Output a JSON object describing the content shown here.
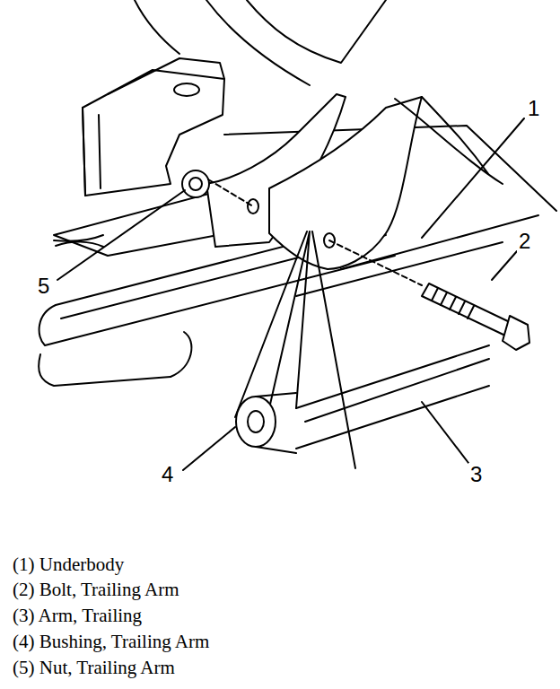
{
  "diagram": {
    "labels": [
      "1",
      "2",
      "3",
      "4",
      "5",
      "(1) Underbody",
      "(2) Bolt, Trailing Arm",
      "(3) Arm, Trailing",
      "(4) Bushing, Trailing Arm",
      "(5) Nut, Trailing Arm"
    ]
  }
}
